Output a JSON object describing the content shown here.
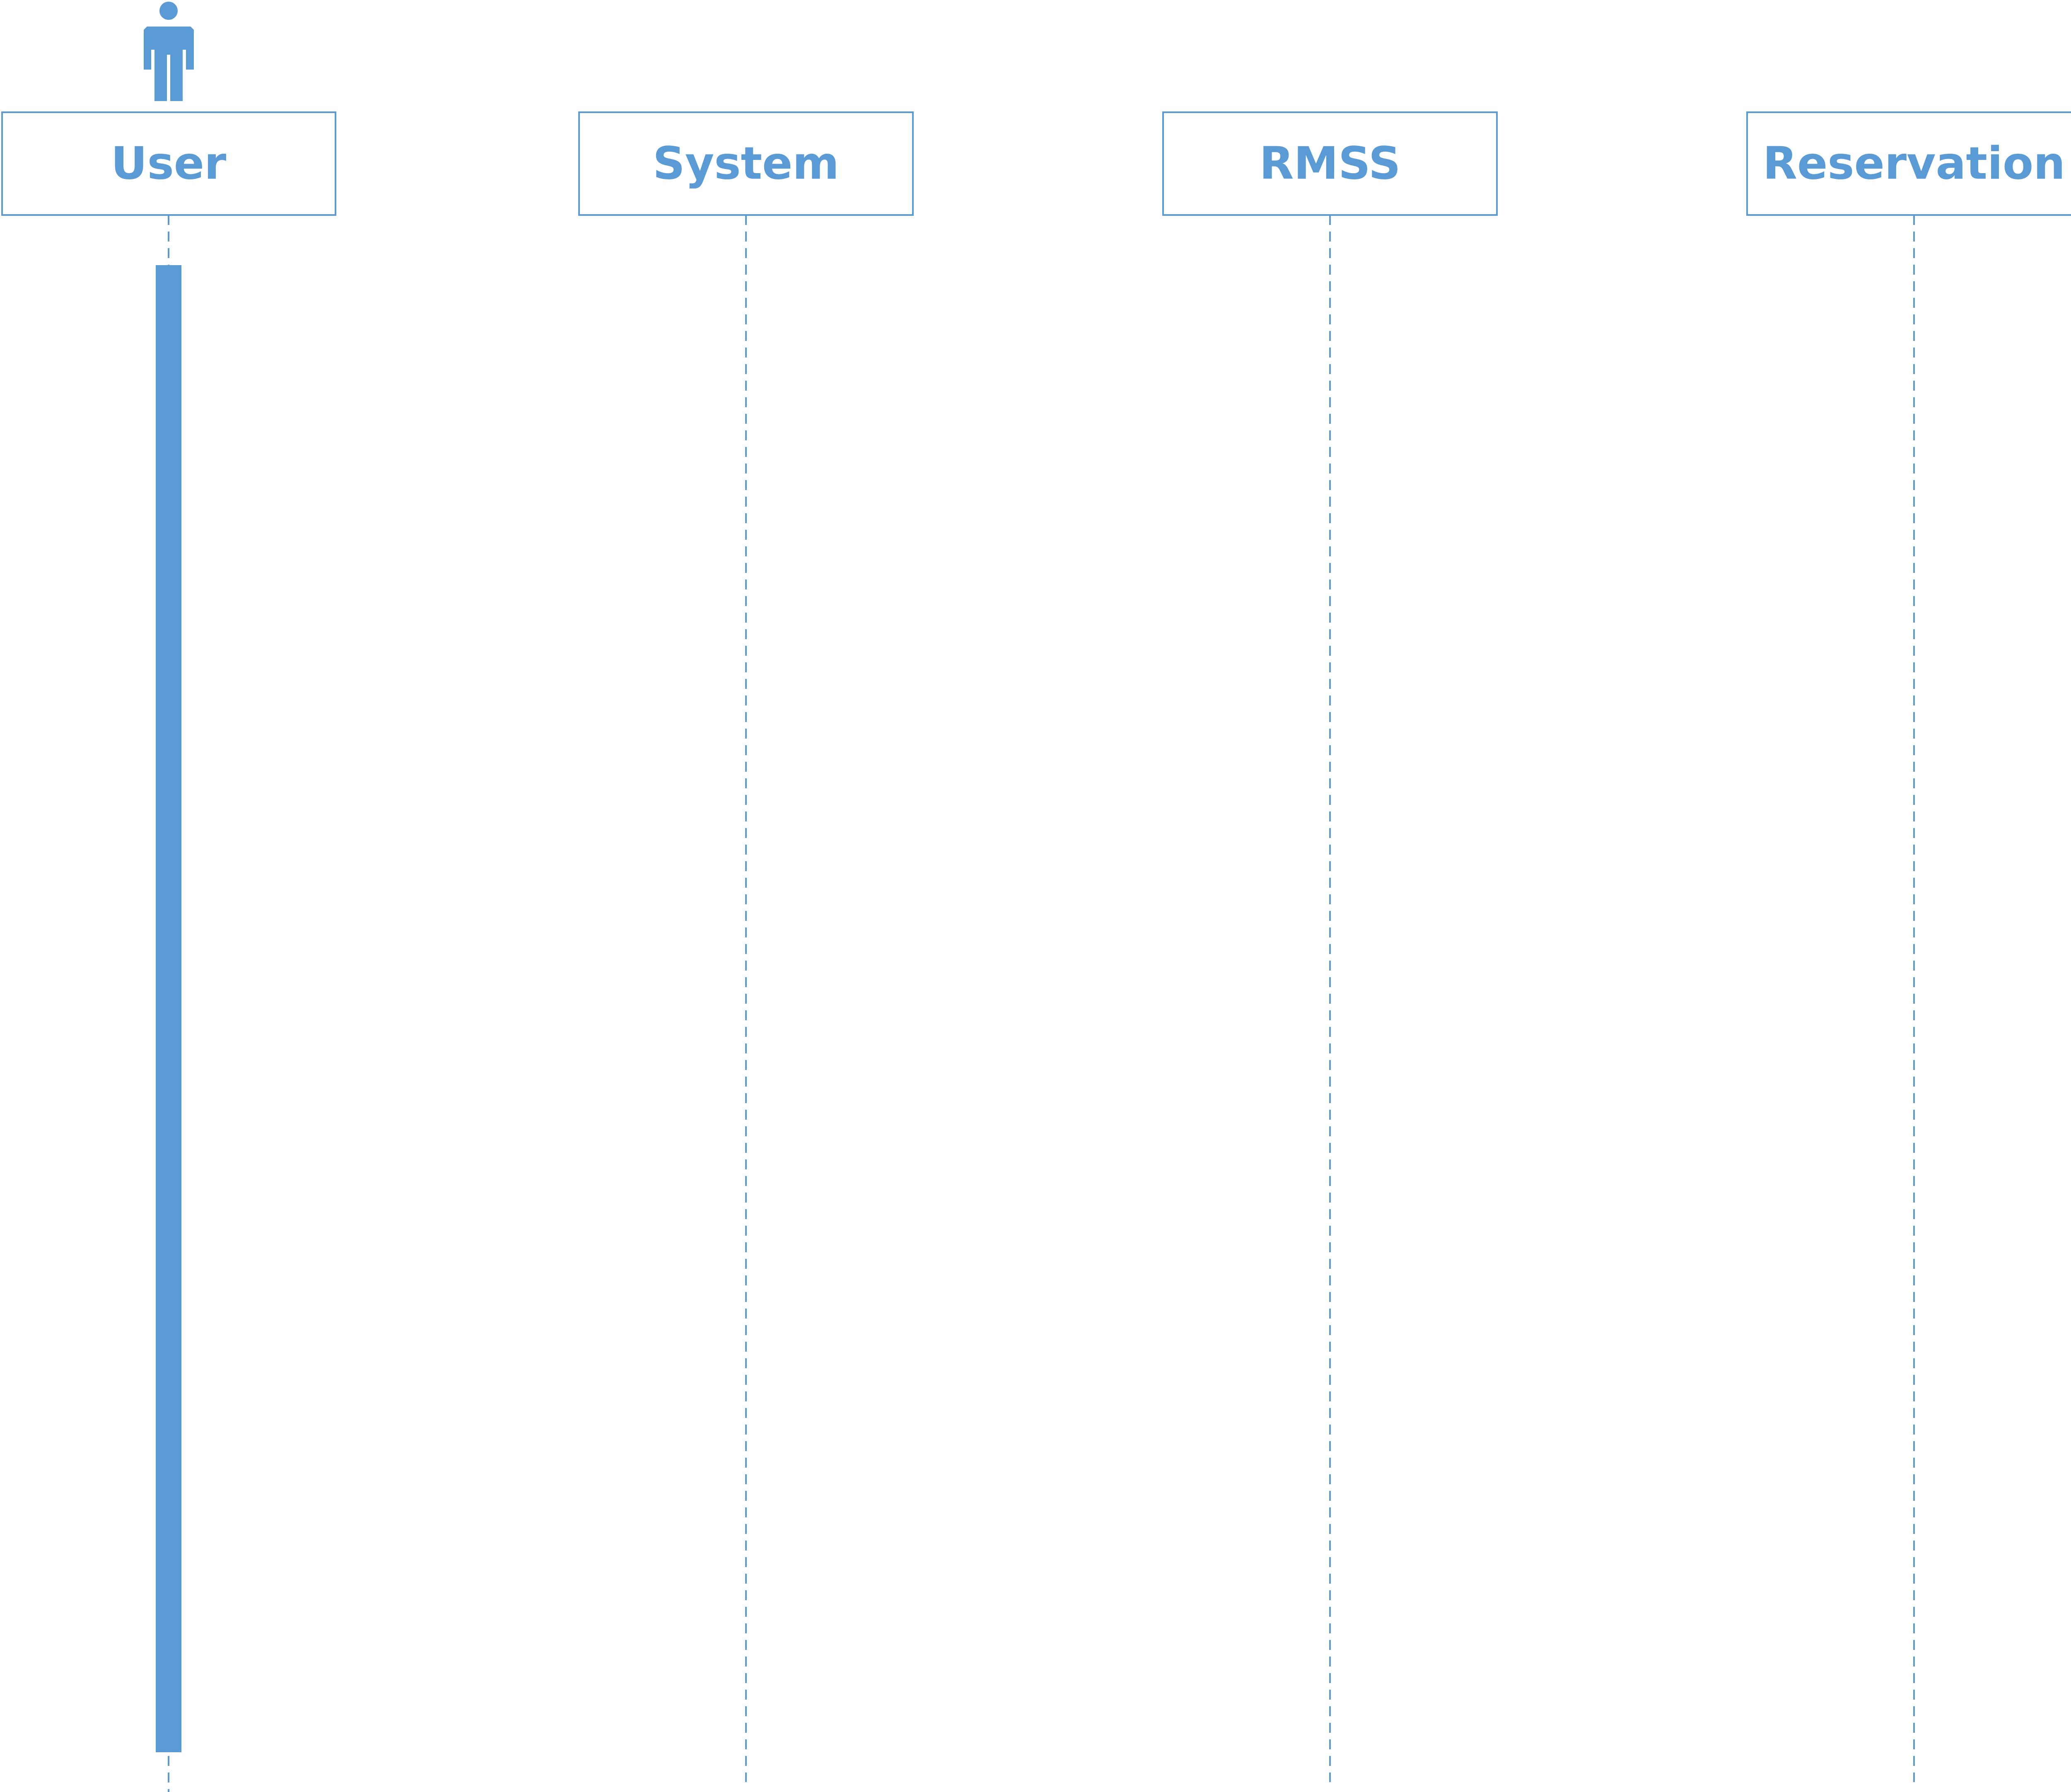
{
  "diagram": {
    "type": "sequence",
    "color": "#5B9BD5",
    "participants": [
      {
        "id": "user",
        "label": "User",
        "actor_icon": "person-icon",
        "has_activation": true
      },
      {
        "id": "system",
        "label": "System",
        "actor_icon": null,
        "has_activation": false
      },
      {
        "id": "rmss",
        "label": "RMSS",
        "actor_icon": null,
        "has_activation": false
      },
      {
        "id": "reservation",
        "label": "Reservation",
        "actor_icon": null,
        "has_activation": false
      }
    ]
  }
}
